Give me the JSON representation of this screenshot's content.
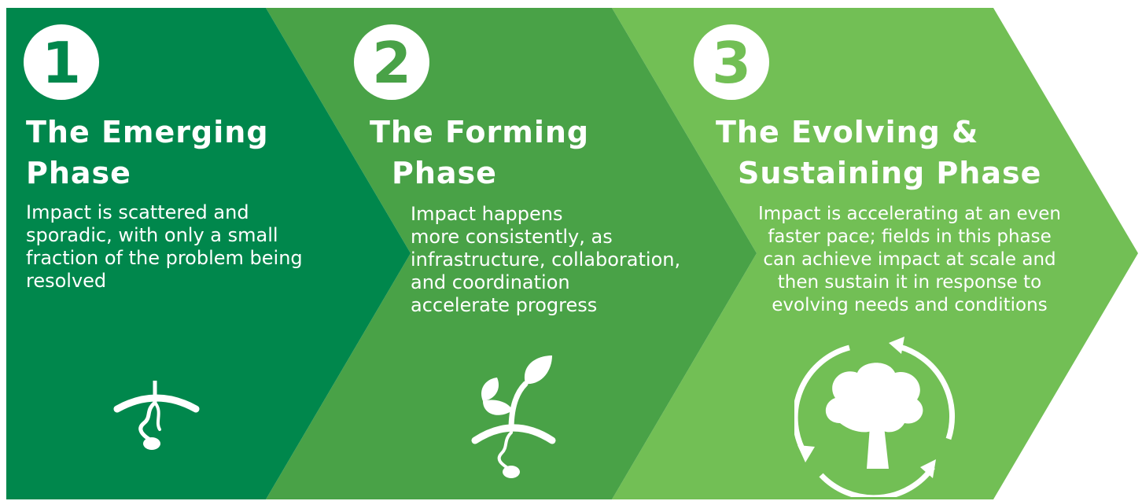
{
  "colors": {
    "phase1": "#00874c",
    "phase2": "#49a247",
    "phase3": "#72bf55",
    "text": "#ffffff"
  },
  "phases": [
    {
      "number": "1",
      "title_line1": "The Emerging",
      "title_line2": "Phase",
      "description": "Impact is scattered and\nsporadic, with only a small\nfraction of the problem being\nresolved",
      "icon": "seed-sprouting-underground-icon"
    },
    {
      "number": "2",
      "title_line1": "The Forming",
      "title_line2": "Phase",
      "description": "Impact happens\n    more consistently, as\n    infrastructure, collaboration,\n  and coordination\naccelerate progress",
      "icon": "seedling-icon"
    },
    {
      "number": "3",
      "title_line1": "The Evolving &",
      "title_line2": "Sustaining Phase",
      "description": "Impact is accelerating at an even\nfaster pace; fields in this phase\ncan achieve impact at scale and\nthen sustain it in response to\nevolving needs and conditions",
      "icon": "tree-cycle-icon"
    }
  ]
}
